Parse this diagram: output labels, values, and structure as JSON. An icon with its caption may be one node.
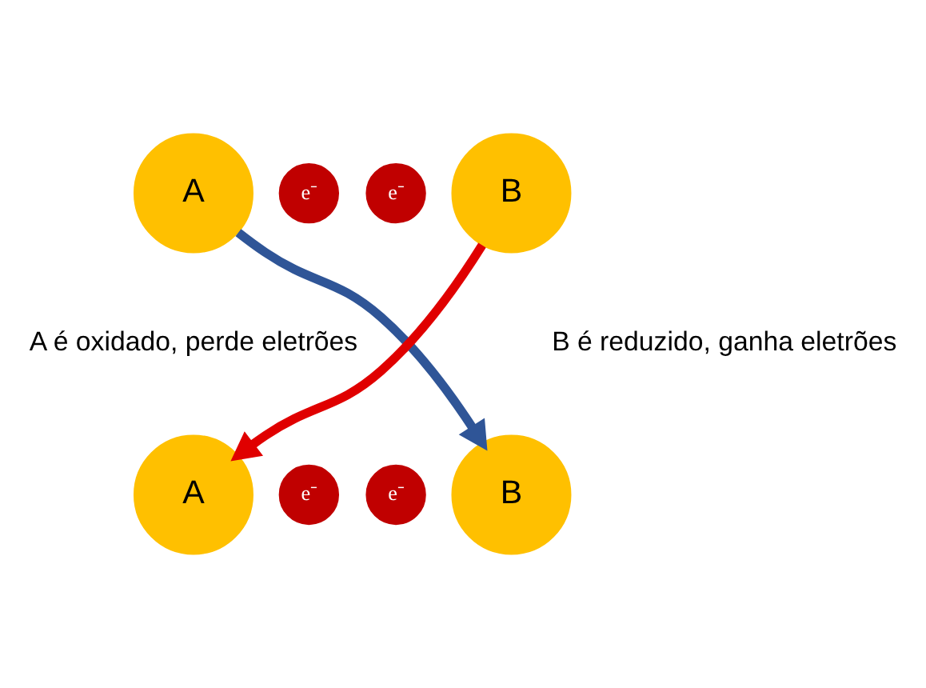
{
  "diagram": {
    "nodes": [
      {
        "text": [
          "A"
        ]
      },
      {
        "text": [
          "e⁻"
        ]
      },
      {
        "text": [
          "e⁻"
        ]
      },
      {
        "text": [
          "B"
        ]
      },
      {
        "text": [
          "A"
        ]
      },
      {
        "text": [
          "B"
        ]
      },
      {
        "text": [
          "e⁻"
        ]
      },
      {
        "text": [
          "e⁻"
        ]
      }
    ],
    "edges": [
      {
        "from": 0,
        "to": 5,
        "arrow": "to",
        "color": "#2f5597"
      },
      {
        "from": 3,
        "to": 4,
        "arrow": "to",
        "color": "#e00000"
      }
    ],
    "labels": [
      "A é oxidado, perde eletrões",
      "B é reduzido, ganha eletrões"
    ]
  }
}
